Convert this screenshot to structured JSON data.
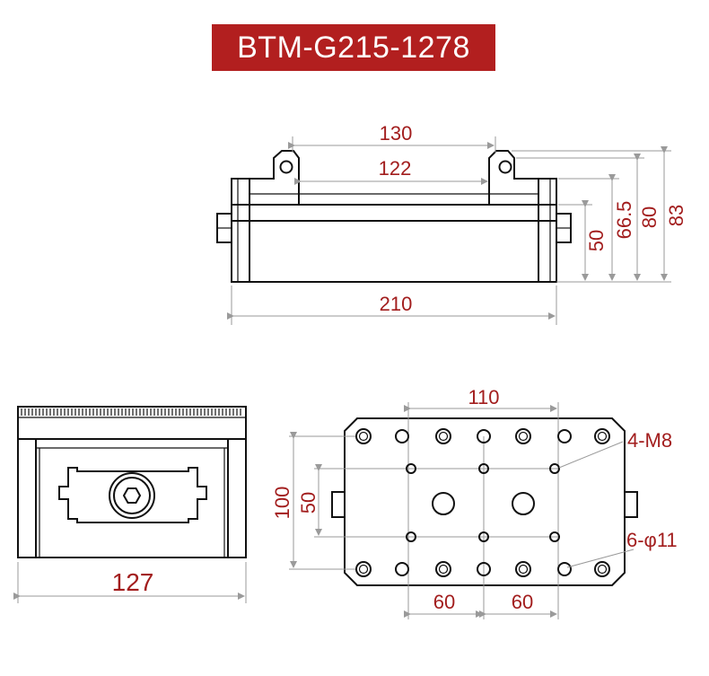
{
  "title": "BTM-G215-1278",
  "front_view": {
    "dim_130": "130",
    "dim_122": "122",
    "dim_210": "210",
    "dim_50": "50",
    "dim_66_5": "66.5",
    "dim_80": "80",
    "dim_83": "83"
  },
  "side_view": {
    "dim_127": "127"
  },
  "top_view": {
    "dim_110": "110",
    "dim_100": "100",
    "dim_50": "50",
    "dim_60_left": "60",
    "dim_60_right": "60",
    "label_m8": "4-M8",
    "label_phi11": "6-φ11"
  },
  "colors": {
    "accent": "#b21f1f",
    "dimension_text": "#a21d1d",
    "line": "#111111",
    "dimension_line": "#9a9a9a"
  }
}
